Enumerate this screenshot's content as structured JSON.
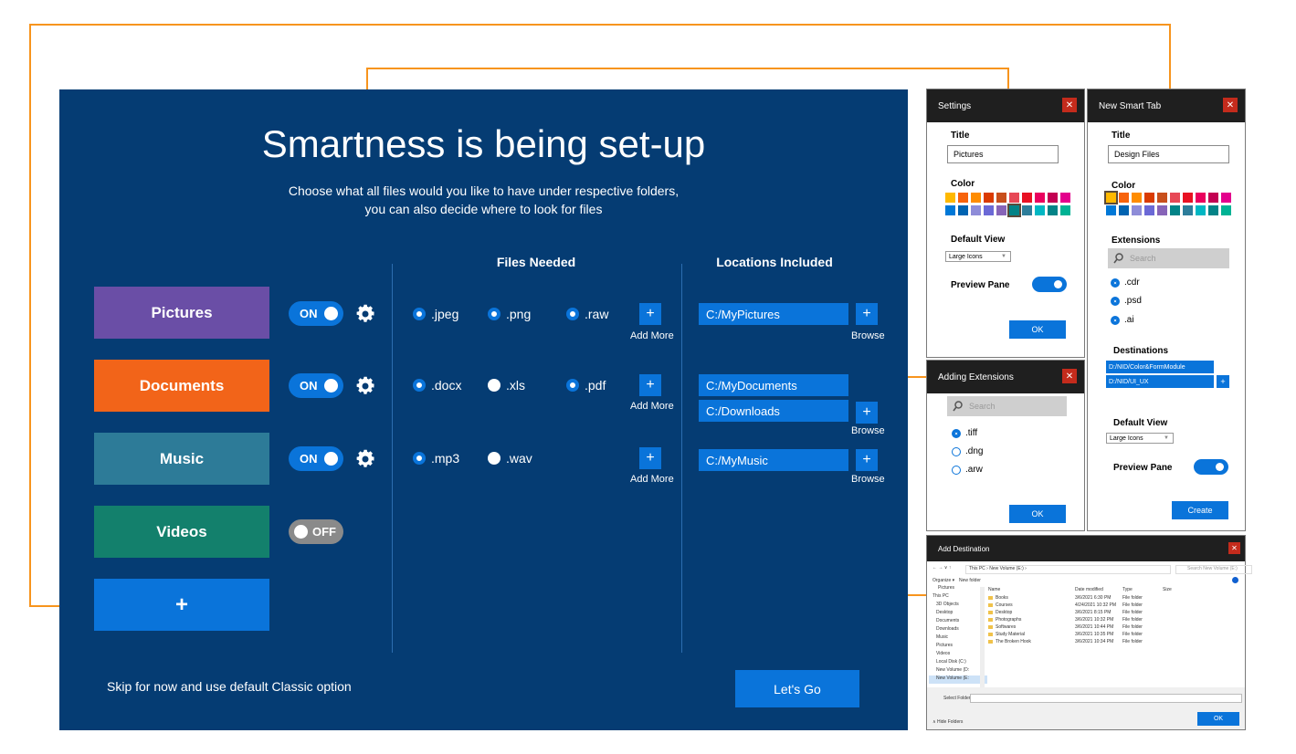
{
  "main": {
    "title": "Smartness is being set-up",
    "subtitle_line1": "Choose what all files would you like to have under respective folders,",
    "subtitle_line2": "you can also decide where to look for files",
    "files_header": "Files Needed",
    "locations_header": "Locations Included",
    "categories": [
      {
        "label": "Pictures",
        "color": "#6a4ea6",
        "toggle": "ON"
      },
      {
        "label": "Documents",
        "color": "#f26419",
        "toggle": "ON"
      },
      {
        "label": "Music",
        "color": "#2d7b98",
        "toggle": "ON"
      },
      {
        "label": "Videos",
        "color": "#13806c",
        "toggle": "OFF"
      }
    ],
    "add_category": "+",
    "rows": [
      {
        "extensions": [
          {
            "name": ".jpeg",
            "selected": true
          },
          {
            "name": ".png",
            "selected": true
          },
          {
            "name": ".raw",
            "selected": true
          }
        ],
        "add_more": "Add More",
        "locations": [
          "C:/MyPictures"
        ],
        "browse": "Browse"
      },
      {
        "extensions": [
          {
            "name": ".docx",
            "selected": true
          },
          {
            "name": ".xls",
            "selected": false
          },
          {
            "name": ".pdf",
            "selected": true
          }
        ],
        "add_more": "Add More",
        "locations": [
          "C:/MyDocuments",
          "C:/Downloads"
        ],
        "browse": "Browse"
      },
      {
        "extensions": [
          {
            "name": ".mp3",
            "selected": true
          },
          {
            "name": ".wav",
            "selected": false
          }
        ],
        "add_more": "Add More",
        "locations": [
          "C:/MyMusic"
        ],
        "browse": "Browse"
      }
    ],
    "plus": "+",
    "skip_text": "Skip for now and use default Classic option",
    "lets_go": "Let's Go"
  },
  "settings_dialog": {
    "title": "Settings",
    "close": "✕",
    "title_label": "Title",
    "title_value": "Pictures",
    "color_label": "Color",
    "default_view_label": "Default View",
    "default_view_value": "Large Icons",
    "preview_pane_label": "Preview Pane",
    "ok": "OK"
  },
  "smart_tab_dialog": {
    "title": "New Smart Tab",
    "close": "✕",
    "title_label": "Title",
    "title_value": "Design Files",
    "color_label": "Color",
    "extensions_label": "Extensions",
    "search_placeholder": "Search",
    "extensions": [
      ".cdr",
      ".psd",
      ".ai"
    ],
    "destinations_label": "Destinations",
    "destinations": [
      "D:/NID/Color&FormModule",
      "D:/NID/UI_UX"
    ],
    "add": "+",
    "default_view_label": "Default View",
    "default_view_value": "Large Icons",
    "preview_pane_label": "Preview Pane",
    "create": "Create"
  },
  "add_ext_dialog": {
    "title": "Adding Extensions",
    "close": "✕",
    "search_placeholder": "Search",
    "extensions": [
      {
        "name": ".tiff",
        "selected": true
      },
      {
        "name": ".dng",
        "selected": false
      },
      {
        "name": ".arw",
        "selected": false
      }
    ],
    "ok": "OK"
  },
  "add_dest_dialog": {
    "title": "Add Destination",
    "close": "✕",
    "path": "This PC  ›  New Volume (E:)  ›",
    "search_placeholder": "Search New Volume (E:)",
    "organize": "Organize ▾",
    "new_folder": "New folder",
    "nav_items": [
      "Pictures",
      "This PC",
      "3D Objects",
      "Desktop",
      "Documents",
      "Downloads",
      "Music",
      "Pictures",
      "Videos",
      "Local Disk (C:)",
      "New Volume (D:",
      "New Volume (E:"
    ],
    "columns": [
      "Name",
      "Date modified",
      "Type",
      "Size"
    ],
    "files": [
      {
        "name": "Books",
        "date": "3/6/2021 6:30 PM",
        "type": "File folder"
      },
      {
        "name": "Courses",
        "date": "4/24/2021 10:32 PM",
        "type": "File folder"
      },
      {
        "name": "Desktop",
        "date": "3/6/2021 8:15 PM",
        "type": "File folder"
      },
      {
        "name": "Photographs",
        "date": "3/6/2021 10:32 PM",
        "type": "File folder"
      },
      {
        "name": "Softwares",
        "date": "3/6/2021 10:44 PM",
        "type": "File folder"
      },
      {
        "name": "Study Material",
        "date": "3/6/2021 10:35 PM",
        "type": "File folder"
      },
      {
        "name": "The Broken Hook",
        "date": "3/6/2021 10:34 PM",
        "type": "File folder"
      }
    ],
    "select_folder_label": "Select Folder",
    "hide_folders": "∧  Hide Folders",
    "ok": "OK"
  },
  "colors": {
    "palette_row1": [
      "#ffb900",
      "#f7630c",
      "#ff8c00",
      "#da3b01",
      "#c84f1c",
      "#e74856",
      "#e81123",
      "#ea005e",
      "#c30052",
      "#e3008c"
    ],
    "palette_row2": [
      "#0078d7",
      "#0063b1",
      "#8e8cd8",
      "#6b69d6",
      "#8764b8",
      "#038387",
      "#2d7d9a",
      "#00b7c3",
      "#038387",
      "#00b294"
    ],
    "accent": "#0a74da",
    "connector": "#f7941d"
  }
}
